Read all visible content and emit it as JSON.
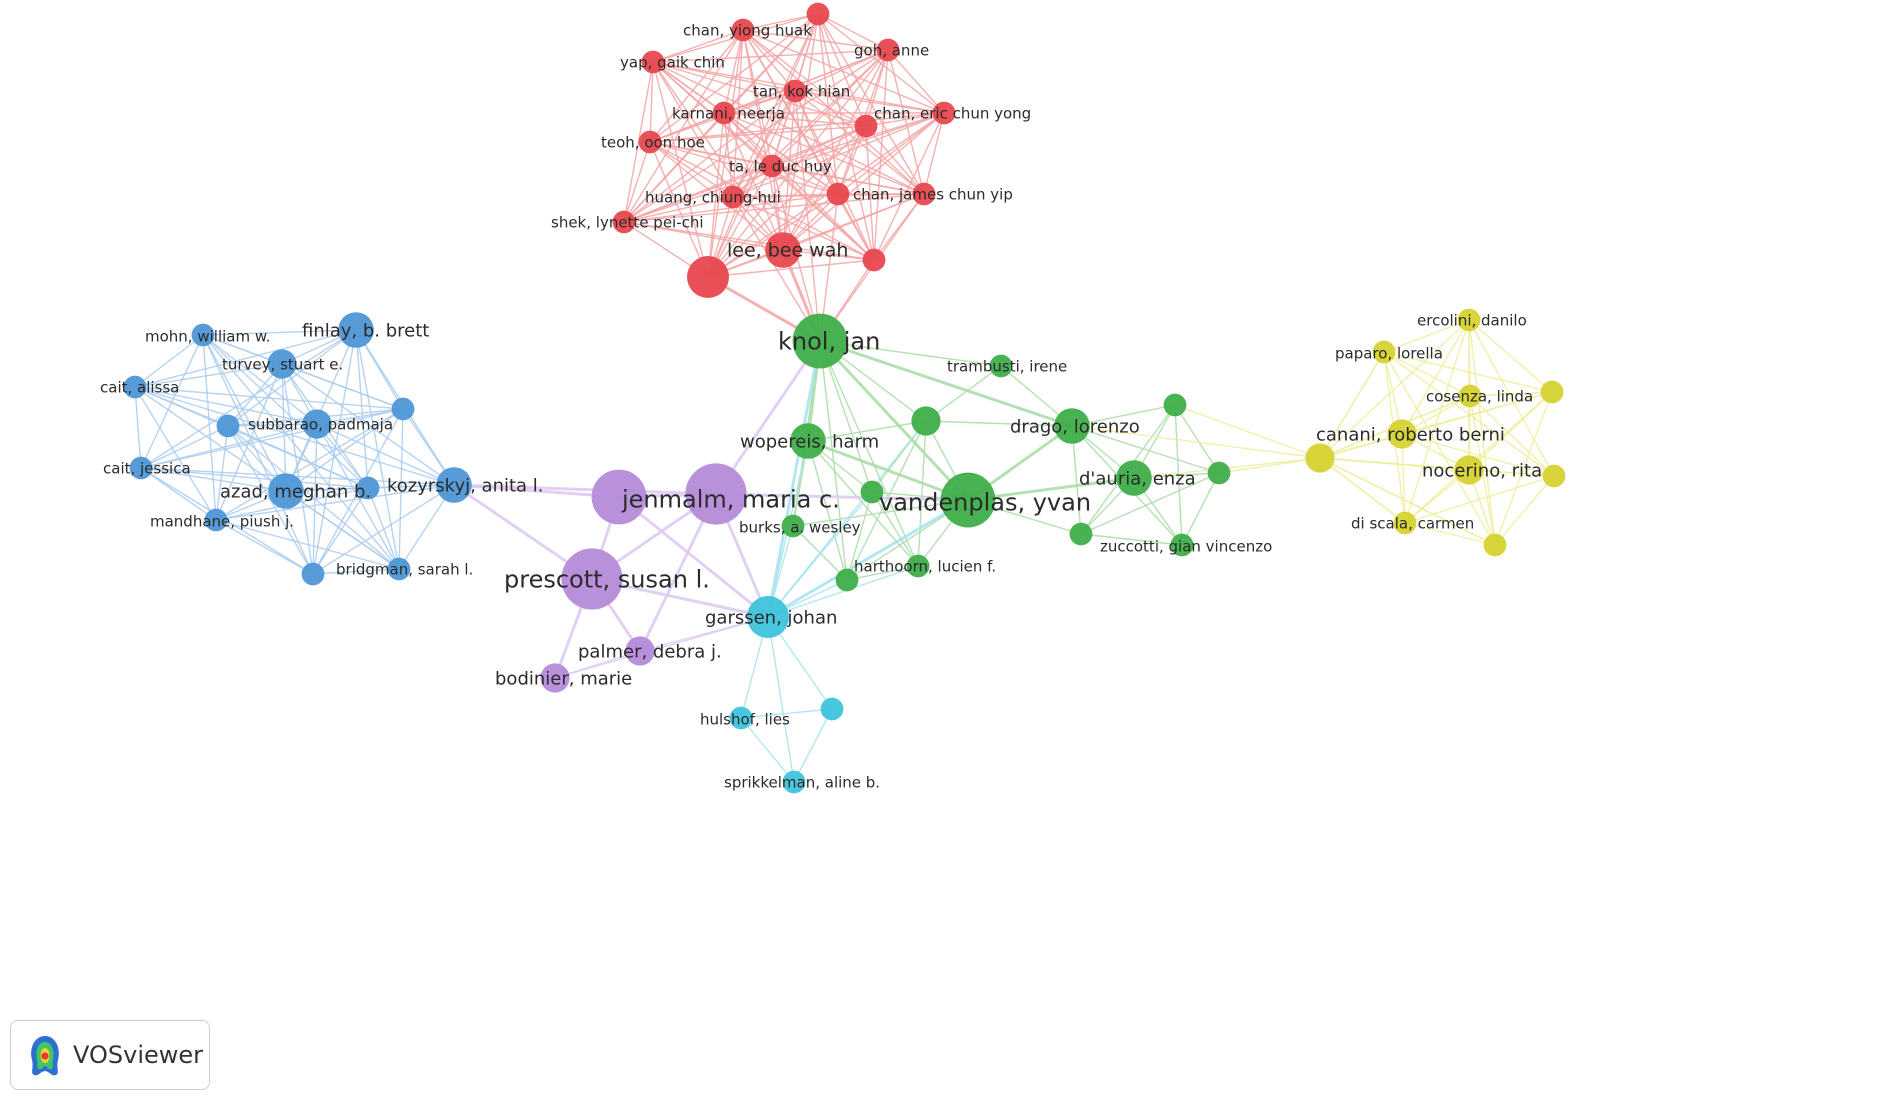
{
  "app": {
    "name": "VOSviewer",
    "logo_icon": "vosviewer-heatmap-logo-icon"
  },
  "clusters": {
    "red": {
      "node": "#e8484f",
      "edge": "#f3a3a3"
    },
    "blue": {
      "node": "#4e97d6",
      "edge": "#a9cbef"
    },
    "green": {
      "node": "#3fae49",
      "edge": "#a8dca5"
    },
    "yellow": {
      "node": "#d6d231",
      "edge": "#eeed9b"
    },
    "purple": {
      "node": "#b58bd9",
      "edge": "#ddc8f2"
    },
    "cyan": {
      "node": "#3ec3dc",
      "edge": "#a5e3ef"
    }
  },
  "nodes": [
    {
      "id": "chan_yh",
      "label": "chan, yiong huak",
      "cluster": "red",
      "weight": 2
    },
    {
      "id": "red_top",
      "label": "",
      "cluster": "red",
      "weight": 2
    },
    {
      "id": "goh",
      "label": "goh, anne",
      "cluster": "red",
      "weight": 2
    },
    {
      "id": "yap",
      "label": "yap, gaik chin",
      "cluster": "red",
      "weight": 2
    },
    {
      "id": "tan",
      "label": "tan, kok hian",
      "cluster": "red",
      "weight": 2
    },
    {
      "id": "karnani",
      "label": "karnani, neerja",
      "cluster": "red",
      "weight": 2
    },
    {
      "id": "chan_ecy",
      "label": "chan, eric chun yong",
      "cluster": "red",
      "weight": 2
    },
    {
      "id": "red_mid",
      "label": "",
      "cluster": "red",
      "weight": 2
    },
    {
      "id": "teoh",
      "label": "teoh, oon hoe",
      "cluster": "red",
      "weight": 2
    },
    {
      "id": "ta",
      "label": "ta, le duc huy",
      "cluster": "red",
      "weight": 2
    },
    {
      "id": "huang",
      "label": "huang, chiung-hui",
      "cluster": "red",
      "weight": 2
    },
    {
      "id": "chan_jcy",
      "label": "chan, james chun yip",
      "cluster": "red",
      "weight": 2
    },
    {
      "id": "red_c",
      "label": "",
      "cluster": "red",
      "weight": 2
    },
    {
      "id": "shek",
      "label": "shek, lynette pei-chi",
      "cluster": "red",
      "weight": 2
    },
    {
      "id": "lee",
      "label": "lee, bee wah",
      "cluster": "red",
      "weight": 4
    },
    {
      "id": "red_big",
      "label": "",
      "cluster": "red",
      "weight": 5
    },
    {
      "id": "red_right",
      "label": "",
      "cluster": "red",
      "weight": 2
    },
    {
      "id": "mohn",
      "label": "mohn, william w.",
      "cluster": "blue",
      "weight": 2
    },
    {
      "id": "finlay",
      "label": "finlay, b. brett",
      "cluster": "blue",
      "weight": 4
    },
    {
      "id": "turvey",
      "label": "turvey, stuart e.",
      "cluster": "blue",
      "weight": 3
    },
    {
      "id": "cait_a",
      "label": "cait, alissa",
      "cluster": "blue",
      "weight": 2
    },
    {
      "id": "blue_r",
      "label": "",
      "cluster": "blue",
      "weight": 2
    },
    {
      "id": "blue_l",
      "label": "",
      "cluster": "blue",
      "weight": 2
    },
    {
      "id": "subbarao",
      "label": "subbarao, padmaja",
      "cluster": "blue",
      "weight": 3
    },
    {
      "id": "cait_j",
      "label": "cait, jessica",
      "cluster": "blue",
      "weight": 2
    },
    {
      "id": "azad",
      "label": "azad, meghan b.",
      "cluster": "blue",
      "weight": 4
    },
    {
      "id": "blue_m",
      "label": "",
      "cluster": "blue",
      "weight": 2
    },
    {
      "id": "kozyrskyj",
      "label": "kozyrskyj, anita l.",
      "cluster": "blue",
      "weight": 4
    },
    {
      "id": "mandhane",
      "label": "mandhane, piush j.",
      "cluster": "blue",
      "weight": 2
    },
    {
      "id": "bridgman",
      "label": "bridgman, sarah l.",
      "cluster": "blue",
      "weight": 2
    },
    {
      "id": "blue_b",
      "label": "",
      "cluster": "blue",
      "weight": 2
    },
    {
      "id": "knol",
      "label": "knol, jan",
      "cluster": "green",
      "weight": 7
    },
    {
      "id": "trambusti",
      "label": "trambusti, irene",
      "cluster": "green",
      "weight": 2
    },
    {
      "id": "green_a",
      "label": "",
      "cluster": "green",
      "weight": 3
    },
    {
      "id": "drago",
      "label": "drago, lorenzo",
      "cluster": "green",
      "weight": 4
    },
    {
      "id": "green_b",
      "label": "",
      "cluster": "green",
      "weight": 2
    },
    {
      "id": "wopereis",
      "label": "wopereis, harm",
      "cluster": "green",
      "weight": 4
    },
    {
      "id": "dauria",
      "label": "d'auria, enza",
      "cluster": "green",
      "weight": 4
    },
    {
      "id": "green_c",
      "label": "",
      "cluster": "green",
      "weight": 2
    },
    {
      "id": "green_d",
      "label": "",
      "cluster": "green",
      "weight": 2
    },
    {
      "id": "vandenplas",
      "label": "vandenplas, yvan",
      "cluster": "green",
      "weight": 7
    },
    {
      "id": "burks",
      "label": "burks, a. wesley",
      "cluster": "green",
      "weight": 2
    },
    {
      "id": "green_e",
      "label": "",
      "cluster": "green",
      "weight": 2
    },
    {
      "id": "zuccotti",
      "label": "zuccotti, gian vincenzo",
      "cluster": "green",
      "weight": 2
    },
    {
      "id": "harthoorn",
      "label": "harthoorn, lucien f.",
      "cluster": "green",
      "weight": 2
    },
    {
      "id": "green_f",
      "label": "",
      "cluster": "green",
      "weight": 2
    },
    {
      "id": "ercolini",
      "label": "ercolini, danilo",
      "cluster": "yellow",
      "weight": 2
    },
    {
      "id": "paparo",
      "label": "paparo, lorella",
      "cluster": "yellow",
      "weight": 2
    },
    {
      "id": "yel_r1",
      "label": "",
      "cluster": "yellow",
      "weight": 2
    },
    {
      "id": "cosenza",
      "label": "cosenza, linda",
      "cluster": "yellow",
      "weight": 2
    },
    {
      "id": "canani",
      "label": "canani, roberto berni",
      "cluster": "yellow",
      "weight": 3
    },
    {
      "id": "yel_hub",
      "label": "",
      "cluster": "yellow",
      "weight": 3
    },
    {
      "id": "nocerino",
      "label": "nocerino, rita",
      "cluster": "yellow",
      "weight": 3
    },
    {
      "id": "yel_r2",
      "label": "",
      "cluster": "yellow",
      "weight": 2
    },
    {
      "id": "discala",
      "label": "di scala, carmen",
      "cluster": "yellow",
      "weight": 2
    },
    {
      "id": "yel_b",
      "label": "",
      "cluster": "yellow",
      "weight": 2
    },
    {
      "id": "jenmalm",
      "label": "jenmalm, maria c.",
      "cluster": "purple",
      "weight": 8
    },
    {
      "id": "purple_b",
      "label": "",
      "cluster": "purple",
      "weight": 7
    },
    {
      "id": "prescott",
      "label": "prescott, susan l.",
      "cluster": "purple",
      "weight": 8
    },
    {
      "id": "palmer",
      "label": "palmer, debra j.",
      "cluster": "purple",
      "weight": 3
    },
    {
      "id": "bodinier",
      "label": "bodinier, marie",
      "cluster": "purple",
      "weight": 3
    },
    {
      "id": "garssen",
      "label": "garssen, johan",
      "cluster": "cyan",
      "weight": 5
    },
    {
      "id": "hulshof",
      "label": "hulshof, lies",
      "cluster": "cyan",
      "weight": 2
    },
    {
      "id": "cyan_r",
      "label": "",
      "cluster": "cyan",
      "weight": 2
    },
    {
      "id": "sprikkelman",
      "label": "sprikkelman, aline b.",
      "cluster": "cyan",
      "weight": 2
    }
  ]
}
